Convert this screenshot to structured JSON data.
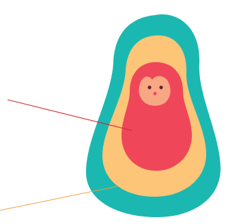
{
  "illustration": {
    "subject": "nested-doll-layers",
    "layers": [
      {
        "id": "outer-shell",
        "color": "#1bb8b1"
      },
      {
        "id": "middle-layer",
        "color": "#fcc577"
      },
      {
        "id": "doll-body",
        "color": "#ef4759"
      },
      {
        "id": "doll-face",
        "color": "#f8a783"
      }
    ],
    "face_feature_colors": {
      "eyes": "#5e2430",
      "cheeks": "#ef4759"
    },
    "pointer_lines": [
      {
        "target": "doll-body",
        "color": "#d1222d"
      },
      {
        "target": "middle-layer",
        "color": "#ee9e42"
      }
    ]
  }
}
